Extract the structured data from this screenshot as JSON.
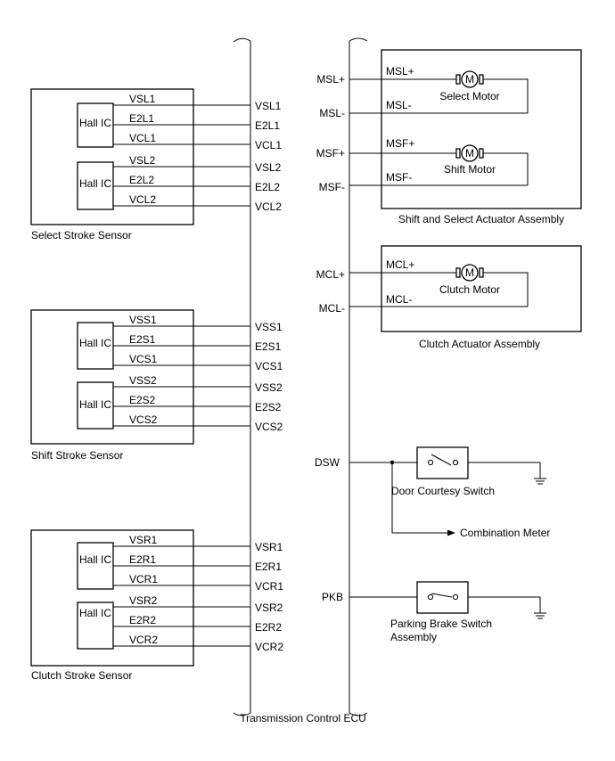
{
  "ecu": {
    "label": "Transmission Control ECU"
  },
  "sensors": [
    {
      "name": "Select Stroke Sensor",
      "ics": [
        {
          "label": "Hall IC",
          "pins": [
            "VSL1",
            "E2L1",
            "VCL1"
          ]
        },
        {
          "label": "Hall IC",
          "pins": [
            "VSL2",
            "E2L2",
            "VCL2"
          ]
        }
      ],
      "ecu_pins": [
        "VSL1",
        "E2L1",
        "VCL1",
        "VSL2",
        "E2L2",
        "VCL2"
      ]
    },
    {
      "name": "Shift Stroke Sensor",
      "ics": [
        {
          "label": "Hall IC",
          "pins": [
            "VSS1",
            "E2S1",
            "VCS1"
          ]
        },
        {
          "label": "Hall IC",
          "pins": [
            "VSS2",
            "E2S2",
            "VCS2"
          ]
        }
      ],
      "ecu_pins": [
        "VSS1",
        "E2S1",
        "VCS1",
        "VSS2",
        "E2S2",
        "VCS2"
      ]
    },
    {
      "name": "Clutch Stroke Sensor",
      "ics": [
        {
          "label": "Hall IC",
          "pins": [
            "VSR1",
            "E2R1",
            "VCR1"
          ]
        },
        {
          "label": "Hall IC",
          "pins": [
            "VSR2",
            "E2R2",
            "VCR2"
          ]
        }
      ],
      "ecu_pins": [
        "VSR1",
        "E2R1",
        "VCR1",
        "VSR2",
        "E2R2",
        "VCR2"
      ]
    }
  ],
  "actuators": [
    {
      "name": "Shift and Select Actuator Assembly",
      "motors": [
        {
          "label": "Select Motor",
          "symbol": "M",
          "ecu_pins": [
            "MSL+",
            "MSL-"
          ],
          "actuator_pins": [
            "MSL+",
            "MSL-"
          ]
        },
        {
          "label": "Shift Motor",
          "symbol": "M",
          "ecu_pins": [
            "MSF+",
            "MSF-"
          ],
          "actuator_pins": [
            "MSF+",
            "MSF-"
          ]
        }
      ]
    },
    {
      "name": "Clutch Actuator Assembly",
      "motors": [
        {
          "label": "Clutch Motor",
          "symbol": "M",
          "ecu_pins": [
            "MCL+",
            "MCL-"
          ],
          "actuator_pins": [
            "MCL+",
            "MCL-"
          ]
        }
      ]
    }
  ],
  "switches": [
    {
      "ecu_pin": "DSW",
      "label": "Door Courtesy Switch",
      "branch_label": "Combination Meter"
    },
    {
      "ecu_pin": "PKB",
      "label_lines": [
        "Parking Brake Switch",
        "Assembly"
      ]
    }
  ]
}
